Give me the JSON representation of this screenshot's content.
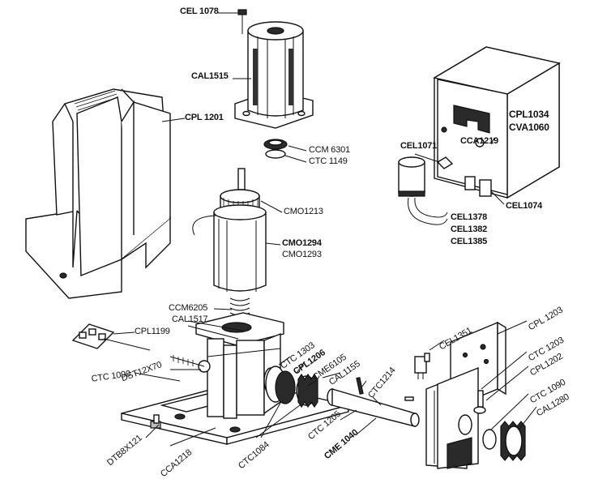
{
  "diagram": {
    "labels": {
      "cel1078": "CEL 1078",
      "cal1515": "CAL1515",
      "cpl1201": "CPL 1201",
      "ccm6301": "CCM 6301",
      "ctc1149": "CTC 1149",
      "cmo1213": "CMO1213",
      "cmo1294": "CMO1294",
      "cmo1293": "CMO1293",
      "ccm6205": "CCM6205",
      "cal1517": "CAL1517",
      "cpl1199": "CPL1199",
      "dst12x70": "DST12X70",
      "ctc1090a": "CTC 1090",
      "dtb8x121": "DTB8X121",
      "cca1218": "CCA1218",
      "ctc1084": "CTC1084",
      "ctc1303": "CTC 1303",
      "cpl1206": "CPL1206",
      "cme6105": "CME6105",
      "cal1155": "CAL1155",
      "ctc1214": "CTC1214",
      "ctc1205": "CTC 1205",
      "cme1040": "CME 1040",
      "cpl1034": "CPL1034",
      "cva1060": "CVA1060",
      "cca1219": "CCA1219",
      "cel1071": "CEL1071",
      "cel1074": "CEL1074",
      "cel1378": "CEL1378",
      "cel1382": "CEL1382",
      "cel1385": "CEL1385",
      "cel1351": "CEL1351",
      "cpl1203a": "CPL 1203",
      "ctc1203": "CTC 1203",
      "cpl1202": "CPL1202",
      "ctc1090b": "CTC 1090",
      "cal1280": "CAL1280"
    }
  }
}
